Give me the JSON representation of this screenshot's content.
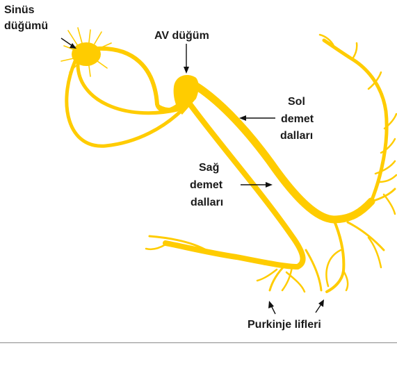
{
  "labels": {
    "sinus_node_line1": "Sinüs",
    "sinus_node_line2": "düğümü",
    "av_node": "AV düğüm",
    "left_bundle_line1": "Sol",
    "left_bundle_line2": "demet",
    "left_bundle_line3": "dalları",
    "right_bundle_line1": "Sağ",
    "right_bundle_line2": "demet",
    "right_bundle_line3": "dalları",
    "purkinje": "Purkinje lifleri"
  },
  "colors": {
    "conduction_fiber": "#FFCC00",
    "divider": "#8a8a8a"
  }
}
